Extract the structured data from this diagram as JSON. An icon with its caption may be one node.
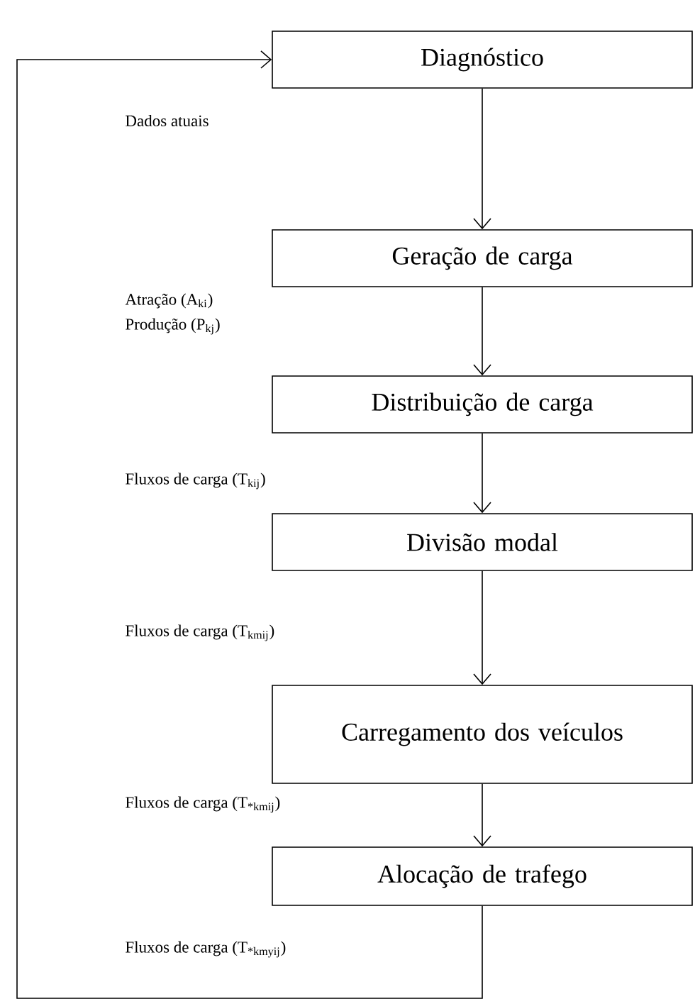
{
  "diagram": {
    "nodes": [
      {
        "text": [
          "Diagnóstico"
        ]
      },
      {
        "text": [
          "Geração de carga"
        ]
      },
      {
        "text": [
          "Distribuição de carga"
        ]
      },
      {
        "text": [
          "Divisão modal"
        ]
      },
      {
        "text": [
          "Carregamento dos veículos"
        ]
      },
      {
        "text": [
          "Alocação de trafego"
        ]
      }
    ],
    "edges": [
      {
        "from": 0,
        "to": 1,
        "arrow": "to"
      },
      {
        "from": 1,
        "to": 2,
        "arrow": "to"
      },
      {
        "from": 2,
        "to": 3,
        "arrow": "to"
      },
      {
        "from": 3,
        "to": 4,
        "arrow": "to"
      },
      {
        "from": 4,
        "to": 5,
        "arrow": "to"
      },
      {
        "from": 5,
        "to": 0,
        "arrow": "to"
      }
    ],
    "labels": [
      "Dados atuais",
      "Atração (A$_{ki}$)",
      "Produção (P$_{kj}$)",
      "Fluxos de carga (T$_{kij}$)",
      "Fluxos de carga (T$_{kmij}$)",
      "Fluxos de carga (T$_{*kmij}$)",
      "Fluxos de carga (T$_{*kmyij}$)"
    ]
  }
}
